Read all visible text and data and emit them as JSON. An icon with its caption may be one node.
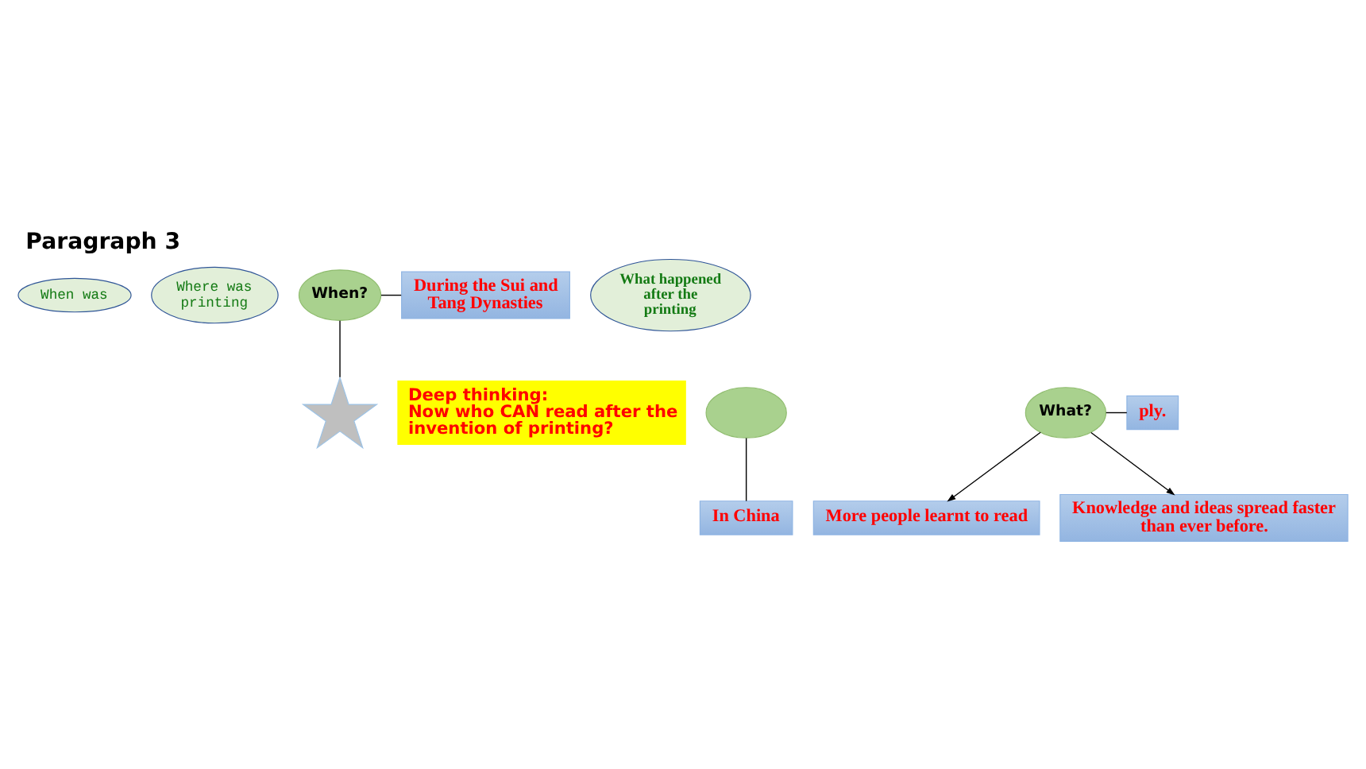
{
  "diagram": {
    "title": "Paragraph 3",
    "nodes": [
      {
        "text": [
          "When was"
        ]
      },
      {
        "text": [
          "Where was printing"
        ]
      },
      {
        "text": [
          "When?"
        ]
      },
      {
        "text": [
          "During the Sui and Tang Dynasties"
        ]
      },
      {
        "text": [],
        "shape": "star"
      },
      {
        "text": [
          "What happened after the printing"
        ]
      },
      {
        "text": [
          "ply."
        ]
      },
      {
        "text": [
          "Deep thinking:",
          "Now who CAN read after the invention of printing?"
        ]
      },
      {
        "text": [],
        "shape": "ellipse"
      },
      {
        "text": [
          "What?"
        ]
      },
      {
        "text": [
          "In China"
        ]
      },
      {
        "text": [
          "More people learnt to read"
        ]
      },
      {
        "text": [
          "Knowledge and ideas spread faster than ever before."
        ]
      }
    ],
    "edges": [
      {
        "from": 2,
        "to": 3,
        "arrow": "none"
      },
      {
        "from": 2,
        "to": 4,
        "arrow": "none"
      },
      {
        "from": 9,
        "to": 6,
        "arrow": "none"
      },
      {
        "from": 9,
        "to": 11,
        "arrow": "to"
      },
      {
        "from": 9,
        "to": 12,
        "arrow": "to"
      },
      {
        "from": 8,
        "to": 10,
        "arrow": "none"
      }
    ]
  }
}
